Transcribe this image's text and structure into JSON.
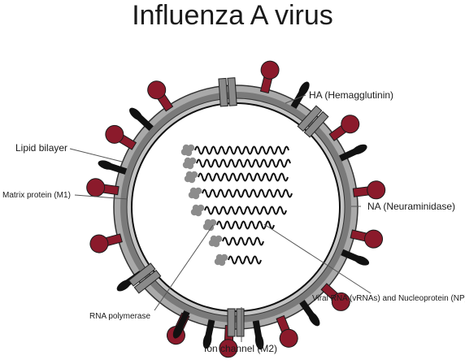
{
  "title": "Influenza A virus",
  "labels": {
    "ha": "HA (Hemagglutinin)",
    "lipid": "Lipid bilayer",
    "matrix": "Matrix protein (M1)",
    "na": "NA (Neuraminidase)",
    "rna_np": "Viral RNA (vRNAs) and Nucleoprotein (NP)",
    "polymerase": "RNA polymerase",
    "m2": "Ion channel (M2)"
  },
  "colors": {
    "ha": "#8b1a2b",
    "na": "#111111",
    "membrane": "#7a7a7a",
    "matrix_layer": "#bdbdbd",
    "m2": "#8a8a8a",
    "polymerase": "#8c8c8c",
    "rna": "#111111"
  },
  "rnp_segment_count": 8
}
